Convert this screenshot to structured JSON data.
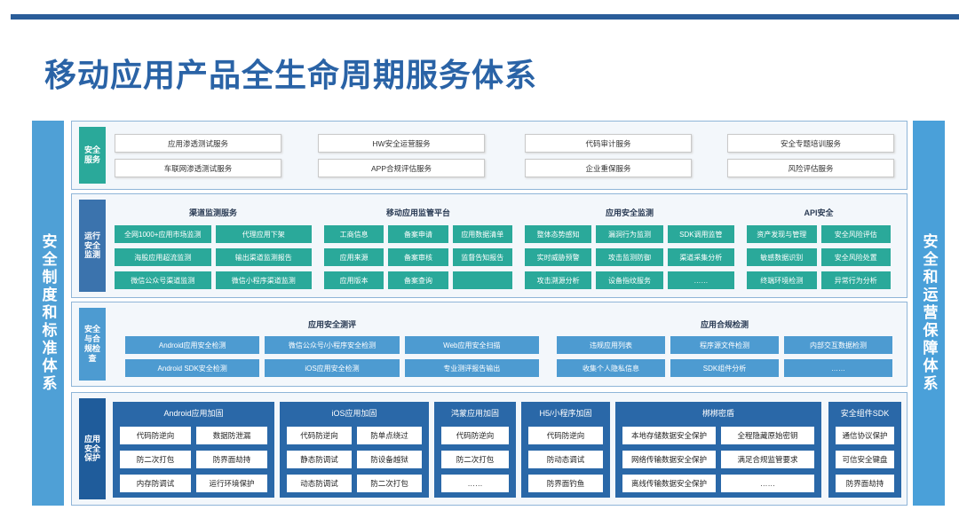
{
  "title": "移动应用产品全生命周期服务体系",
  "left_bar": "安全制度和标准体系",
  "right_bar": "安全和运营保障体系",
  "colors": {
    "teal": "#2aa99a",
    "sky": "#4d9bd1",
    "navy": "#2a68a8",
    "title": "#2a63a6"
  },
  "security_services": {
    "label": "安全\n服务",
    "items": [
      "应用渗透测试服务",
      "HW安全运营服务",
      "代码审计服务",
      "安全专题培训服务",
      "车联网渗透测试服务",
      "APP合规评估服务",
      "企业重保服务",
      "风险评估服务"
    ]
  },
  "operation_monitoring": {
    "label": "运行\n安全\n监测",
    "groups": [
      {
        "title": "渠道监测服务",
        "cells": [
          "全网1000+应用市场监测",
          "代理应用下架",
          "海股应用超流监测",
          "输出渠道监测报告",
          "微信公众号渠道监测",
          "微信小程序渠道监测"
        ]
      },
      {
        "title": "移动应用监管平台",
        "cells": [
          "工商信息",
          "备案申请",
          "应用数据清单",
          "应用来源",
          "备案审核",
          "监督告知报告",
          "应用版本",
          "备案查询",
          ""
        ]
      },
      {
        "title": "应用安全监测",
        "cells": [
          "整体态势感知",
          "漏洞行为监测",
          "SDK调用监管",
          "实时威胁预警",
          "攻击监测防御",
          "渠道采集分析",
          "攻击溯源分析",
          "设备指纹服务",
          "……"
        ]
      },
      {
        "title": "API安全",
        "cells": [
          "资产发现与管理",
          "安全风险评估",
          "敏感数据识别",
          "安全风险处置",
          "终端环境检测",
          "异常行为分析"
        ]
      }
    ]
  },
  "compliance": {
    "label": "安全\n与合\n规检\n查",
    "groups": [
      {
        "title": "应用安全测评",
        "cells": [
          "Android应用安全检测",
          "微信公众号/小程序安全检测",
          "Web应用安全扫描",
          "Android SDK安全检测",
          "iOS应用安全检测",
          "专业测评报告输出"
        ]
      },
      {
        "title": "应用合规检测",
        "cells": [
          "违规应用列表",
          "程序源文件检测",
          "内部交互数据检测",
          "收集个人隐私信息",
          "SDK组件分析",
          "……"
        ]
      }
    ]
  },
  "app_protection": {
    "label": "应用\n安全\n保护",
    "groups": [
      {
        "title": "Android应用加固",
        "cells": [
          "代码防逆向",
          "数据防泄漏",
          "防二次打包",
          "防界面劫持",
          "内存防调试",
          "运行环境保护"
        ]
      },
      {
        "title": "iOS应用加固",
        "cells": [
          "代码防逆向",
          "防单点绕过",
          "静态防调试",
          "防设备越狱",
          "动态防调试",
          "防二次打包"
        ]
      },
      {
        "title": "鸿蒙应用加固",
        "cells": [
          "代码防逆向",
          "防二次打包",
          "……"
        ]
      },
      {
        "title": "H5/小程序加固",
        "cells": [
          "代码防逆向",
          "防动态调试",
          "防界面钓鱼"
        ]
      },
      {
        "title": "梆梆密盾",
        "cells": [
          "本地存储数据安全保护",
          "全程隐藏原始密钥",
          "网络传输数据安全保护",
          "满足合规监管要求",
          "离线传输数据安全保护",
          "……"
        ]
      },
      {
        "title": "安全组件SDK",
        "cells": [
          "通信协议保护",
          "可信安全键盘",
          "防界面劫持"
        ]
      }
    ]
  }
}
